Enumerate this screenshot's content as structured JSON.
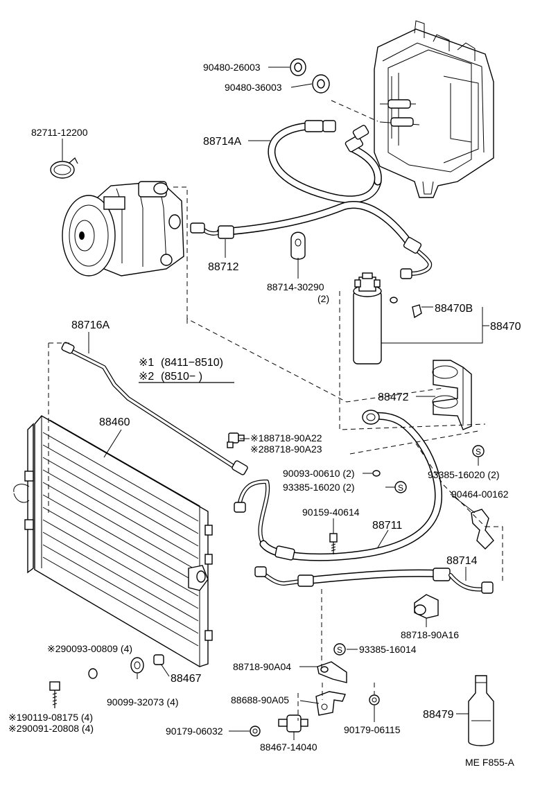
{
  "diagram": {
    "code": "ME  F855-A",
    "legend": {
      "line1_mark": "※1",
      "line1_range": "(8411−8510)",
      "line2_mark": "※2",
      "line2_range": "(8510−        )"
    },
    "labels": {
      "p90480_26003": "90480-26003",
      "p90480_36003": "90480-36003",
      "p82711_12200": "82711-12200",
      "p88714A": "88714A",
      "p88712": "88712",
      "p88714_30290": "88714-30290",
      "p88714_30290_qty": "(2)",
      "p88470B": "88470B",
      "p88470": "88470",
      "p88716A": "88716A",
      "p88460": "88460",
      "p88472": "88472",
      "p88718_90A22": "※188718-90A22",
      "p88718_90A23": "※288718-90A23",
      "p90093_00610": "90093-00610 (2)",
      "p93385_16020_a": "93385-16020 (2)",
      "p93385_16020_b": "93385-16020 (2)",
      "p90464_00162": "90464-00162",
      "p90159_40614": "90159-40614",
      "p88711": "88711",
      "p88714": "88714",
      "p88718_90A16": "88718-90A16",
      "p93385_16014": "93385-16014",
      "p88718_90A04": "88718-90A04",
      "p90093_00809": "※290093-00809 (4)",
      "p88467": "88467",
      "p90099_32073": "90099-32073 (4)",
      "p90119_08175": "※190119-08175 (4)",
      "p90091_20808": "※290091-20808 (4)",
      "p88688_90A05": "88688-90A05",
      "p90179_06032": "90179-06032",
      "p88467_14040": "88467-14040",
      "p90179_06115": "90179-06115",
      "p88479": "88479",
      "s_symbol": "S"
    }
  }
}
